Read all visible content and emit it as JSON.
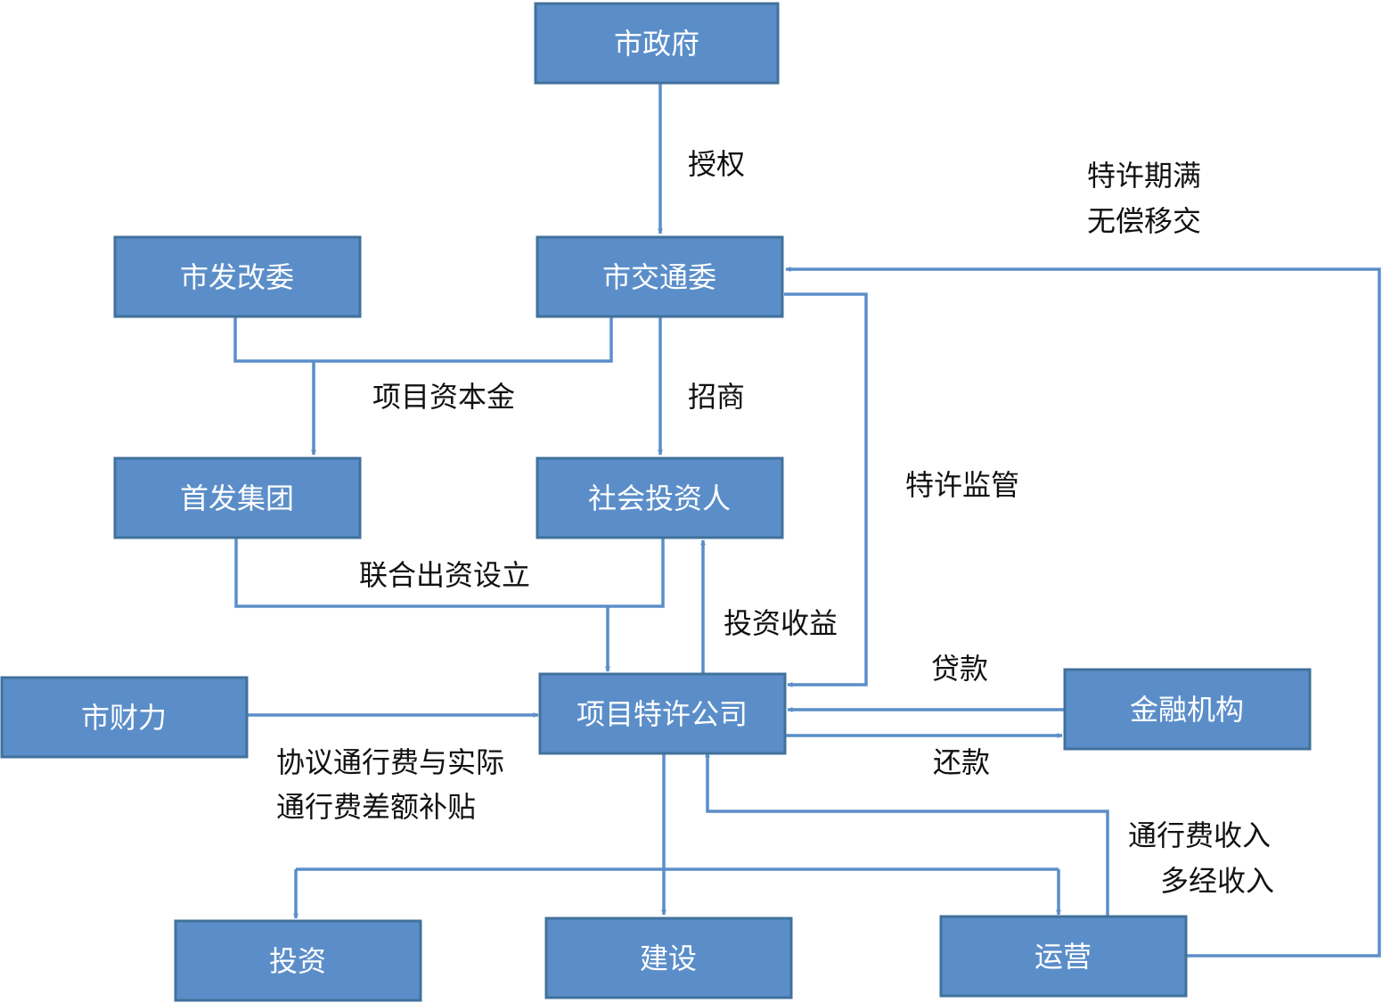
{
  "nodes": {
    "city_gov": "市政府",
    "transport_committee": "市交通委",
    "development_reform": "市发改委",
    "shoufa_group": "首发集团",
    "social_investor": "社会投资人",
    "project_company": "项目特许公司",
    "city_finance": "市财力",
    "financial_institution": "金融机构",
    "invest": "投资",
    "build": "建设",
    "operate": "运营"
  },
  "labels": {
    "authorize": "授权",
    "expire_line1": "特许期满",
    "expire_line2": "无偿移交",
    "project_capital": "项目资本金",
    "attract_investment": "招商",
    "franchise_supervision": "特许监管",
    "joint_investment": "联合出资设立",
    "investment_return": "投资收益",
    "loan": "贷款",
    "repayment": "还款",
    "subsidy_line1": "协议通行费与实际",
    "subsidy_line2": "通行费差额补贴",
    "income_line1": "通行费收入",
    "income_line2": "多经收入"
  }
}
